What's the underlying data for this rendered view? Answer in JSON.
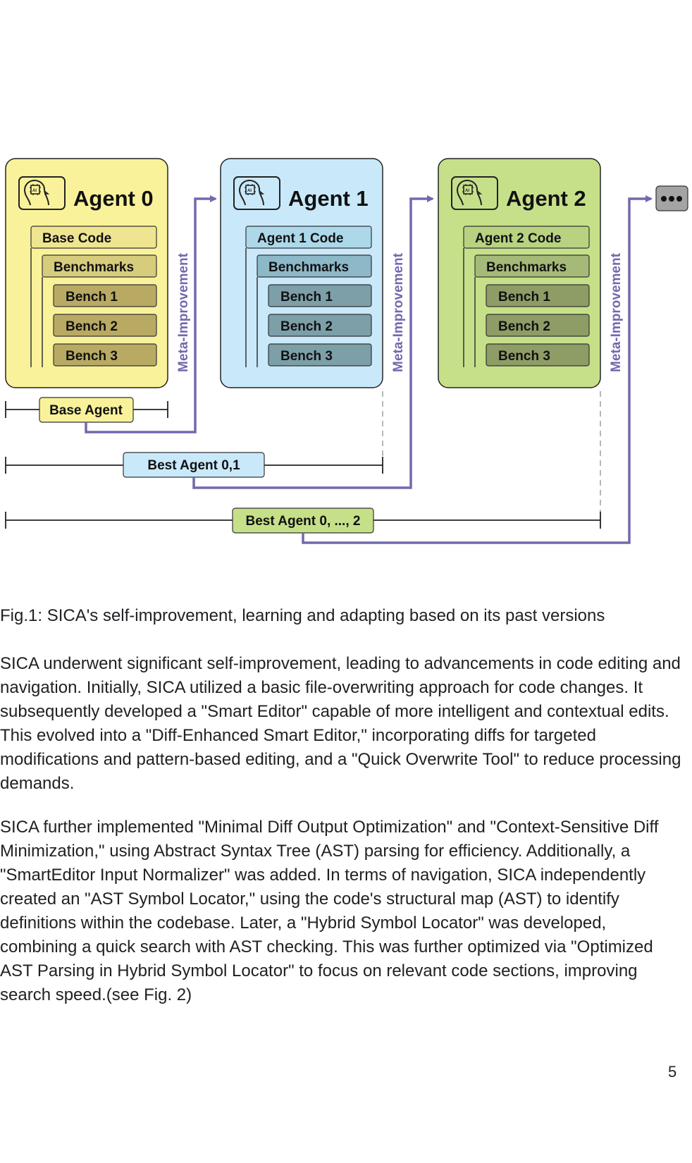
{
  "figure": {
    "agents": [
      {
        "title": "Agent 0",
        "icon": "ai-head-icon",
        "code_label": "Base Code",
        "benchmarks_label": "Benchmarks",
        "benches": [
          "Bench 1",
          "Bench 2",
          "Bench 3"
        ],
        "colors": {
          "panel": "#f9f29a",
          "code": "#efe591",
          "benchmarks": "#d6cc7c",
          "bench": "#b8aa63"
        }
      },
      {
        "title": "Agent 1",
        "icon": "ai-head-icon",
        "code_label": "Agent 1 Code",
        "benchmarks_label": "Benchmarks",
        "benches": [
          "Bench 1",
          "Bench 2",
          "Bench 3"
        ],
        "colors": {
          "panel": "#c9e9fb",
          "code": "#add8ea",
          "benchmarks": "#8cb8c8",
          "bench": "#7c9fa8"
        }
      },
      {
        "title": "Agent 2",
        "icon": "ai-head-icon",
        "code_label": "Agent 2 Code",
        "benchmarks_label": "Benchmarks",
        "benches": [
          "Bench 1",
          "Bench 2",
          "Bench 3"
        ],
        "colors": {
          "panel": "#c6e08a",
          "code": "#b8d282",
          "benchmarks": "#a5ba78",
          "bench": "#8e9c66"
        }
      }
    ],
    "meta_label": "Meta-Improvement",
    "more_icon": "ellipsis-icon",
    "timelines": [
      {
        "label": "Base Agent",
        "color": "#f9f29a"
      },
      {
        "label": "Best Agent 0,1",
        "color": "#c9e9fb"
      },
      {
        "label": "Best Agent 0, ..., 2",
        "color": "#c6e08a"
      }
    ],
    "arrow_color": "#7169ad"
  },
  "caption": "Fig.1: SICA's self-improvement, learning and adapting based on its past versions",
  "paragraphs": [
    "SICA underwent significant self-improvement, leading to advancements in code editing and navigation. Initially, SICA utilized a basic file-overwriting approach for code changes. It subsequently developed a \"Smart Editor\" capable of more intelligent and contextual edits. This evolved into a \"Diff-Enhanced Smart Editor,\" incorporating diffs for targeted modifications and pattern-based editing, and a \"Quick Overwrite Tool\" to reduce processing demands.",
    "SICA further implemented \"Minimal Diff Output Optimization\" and \"Context-Sensitive Diff Minimization,\" using Abstract Syntax Tree (AST) parsing for efficiency. Additionally, a \"SmartEditor Input Normalizer\" was added. In terms of navigation, SICA independently created an \"AST Symbol Locator,\" using the code's structural map (AST) to identify definitions within the codebase. Later, a \"Hybrid Symbol Locator\" was developed, combining a quick search with AST checking. This was further optimized via \"Optimized AST Parsing in Hybrid Symbol Locator\" to focus on relevant code sections, improving search speed.(see Fig. 2)"
  ],
  "page_number": "5"
}
